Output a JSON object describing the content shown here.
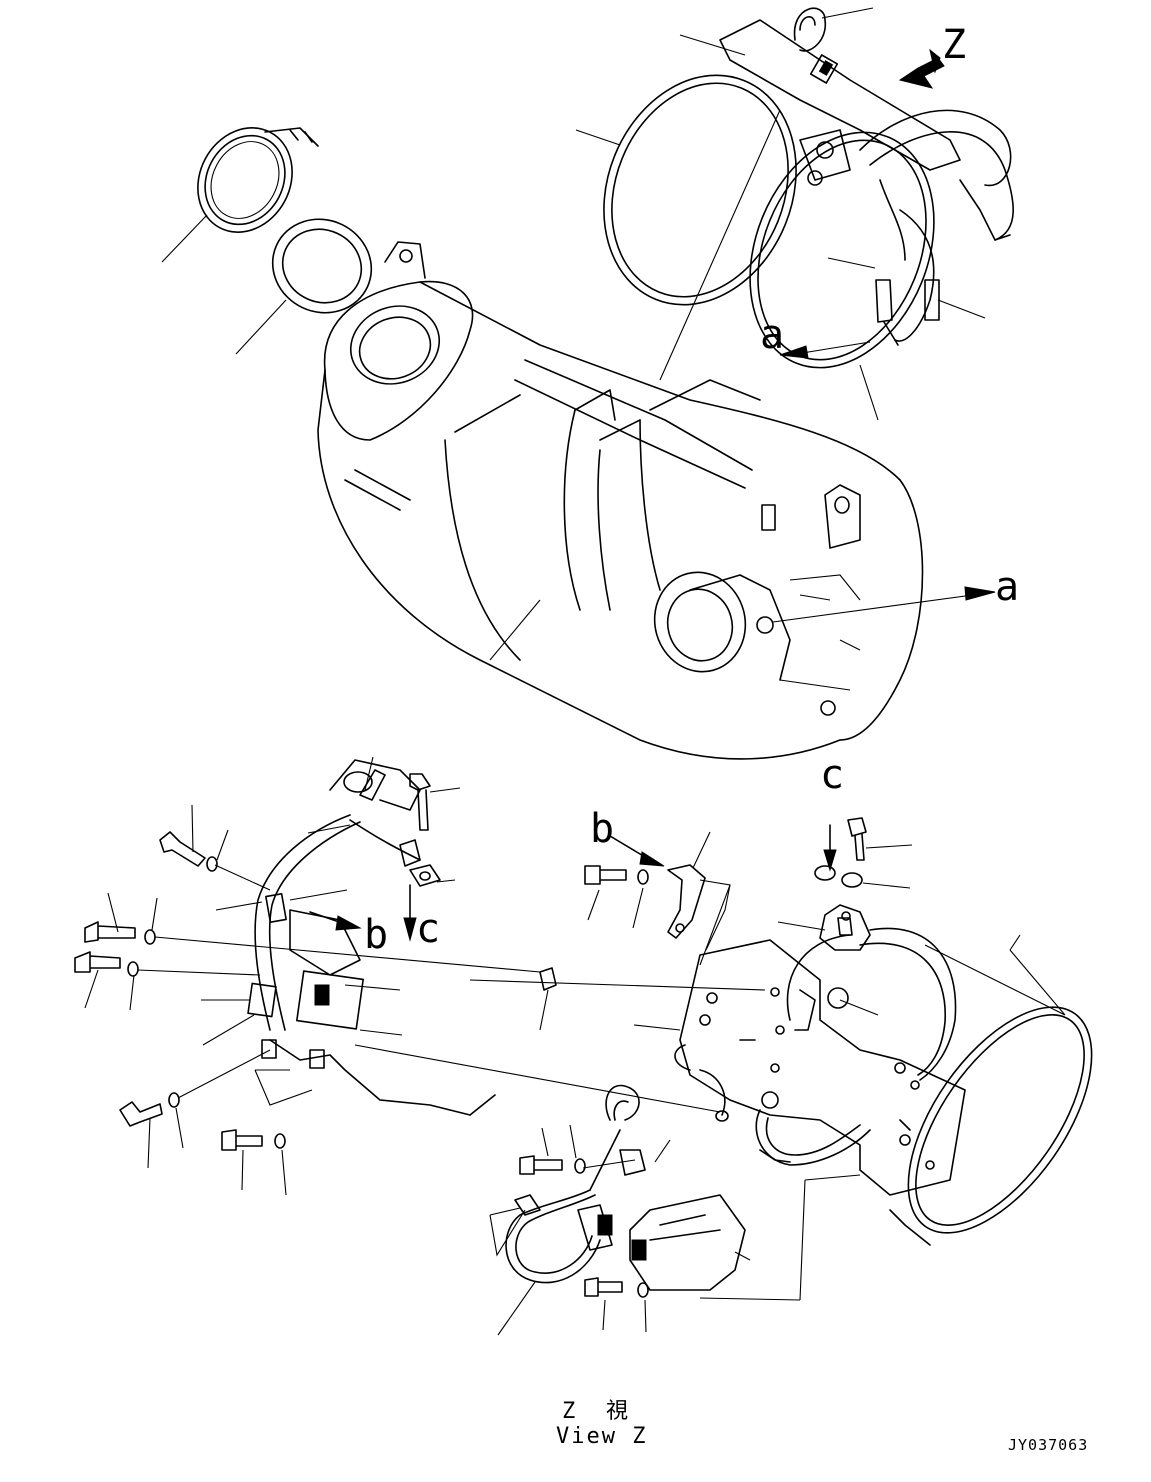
{
  "labels": {
    "view_letter": "Z",
    "ref_a": "a",
    "ref_b": "b",
    "ref_c": "c"
  },
  "caption": {
    "line1_char1": "Z",
    "line1_char2": "視",
    "line2": "View Z"
  },
  "drawing_code": "JY037063"
}
